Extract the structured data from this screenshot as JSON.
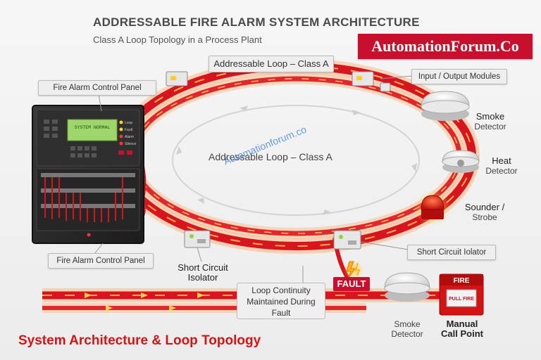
{
  "header": {
    "title": "ADDRESSABLE FIRE ALARM SYSTEM ARCHITECTURE",
    "subtitle": "Class A Loop Topology in a Process Plant",
    "brand": "AutomationForum.Co"
  },
  "loop": {
    "top_chip": "Addressable Loop – Class A",
    "center_label": "Addressable Loop – Class A"
  },
  "watermark": "Automationforum.co",
  "panel": {
    "label_top": "Fire Alarm Control Panel",
    "label_bottom": "Fire Alarm Control Panel",
    "screen_text": "SYSTEM NORMAL",
    "indicators": [
      "Loop",
      "Fault",
      "Alarm",
      "Silence"
    ]
  },
  "devices": {
    "io_modules": "Input / Output Modules",
    "smoke_l1": "Smoke",
    "smoke_l2": "Detector",
    "heat_l1": "Heat",
    "heat_l2": "Detector",
    "sounder_l1": "Sounder /",
    "sounder_l2": "Strobe",
    "isolator_right": "Short Circuit Iolator",
    "isolator_left_l1": "Short Circuit",
    "isolator_left_l2": "Isolator",
    "smoke2_l1": "Smoke",
    "smoke2_l2": "Detector",
    "mcp_l1": "Manual",
    "mcp_l2": "Call Point",
    "mcp_sign": "FIRE",
    "mcp_pull": "PULL FIRE"
  },
  "fault": {
    "badge": "FAULT",
    "continuity_l1": "Loop Continuity",
    "continuity_l2": "Maintained During",
    "continuity_l3": "Fault"
  },
  "footer": {
    "heading": "System Architecture & Loop Topology"
  },
  "colors": {
    "loop_red": "#d8141e",
    "loop_glow": "#ff8a3d",
    "brand_red": "#c8102e",
    "panel_dark": "#2a2a2a",
    "screen_green": "#9fd66b"
  }
}
